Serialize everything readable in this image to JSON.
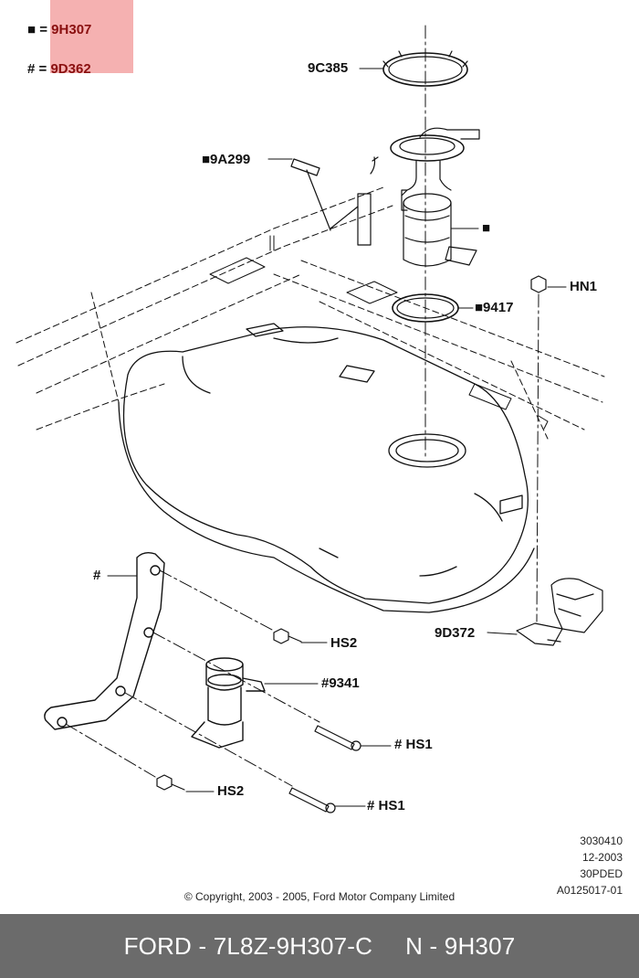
{
  "legend": [
    {
      "symbol": "■",
      "eq": "=",
      "code": "9H307"
    },
    {
      "symbol": "#",
      "eq": "=",
      "code": "9D362"
    }
  ],
  "callouts": {
    "9c385": "9C385",
    "9a299": "■9A299",
    "pump": "■",
    "hn1": "HN1",
    "9417": "■9417",
    "hash": "#",
    "9d372": "9D372",
    "hs2_top": "HS2",
    "9341": "#9341",
    "hs1_top": "# HS1",
    "hs2_bottom": "HS2",
    "hs1_bottom": "# HS1"
  },
  "meta": [
    "3030410",
    "12-2003",
    "30PDED",
    "A0125017-01"
  ],
  "copyright": "© Copyright, 2003 - 2005, Ford Motor Company Limited",
  "footer": {
    "part": "FORD - 7L8Z-9H307-C",
    "ref": "N - 9H307"
  },
  "colors": {
    "highlight": "#f4a9a9",
    "footer_bg": "#6b6b6b",
    "ink": "#111111"
  }
}
